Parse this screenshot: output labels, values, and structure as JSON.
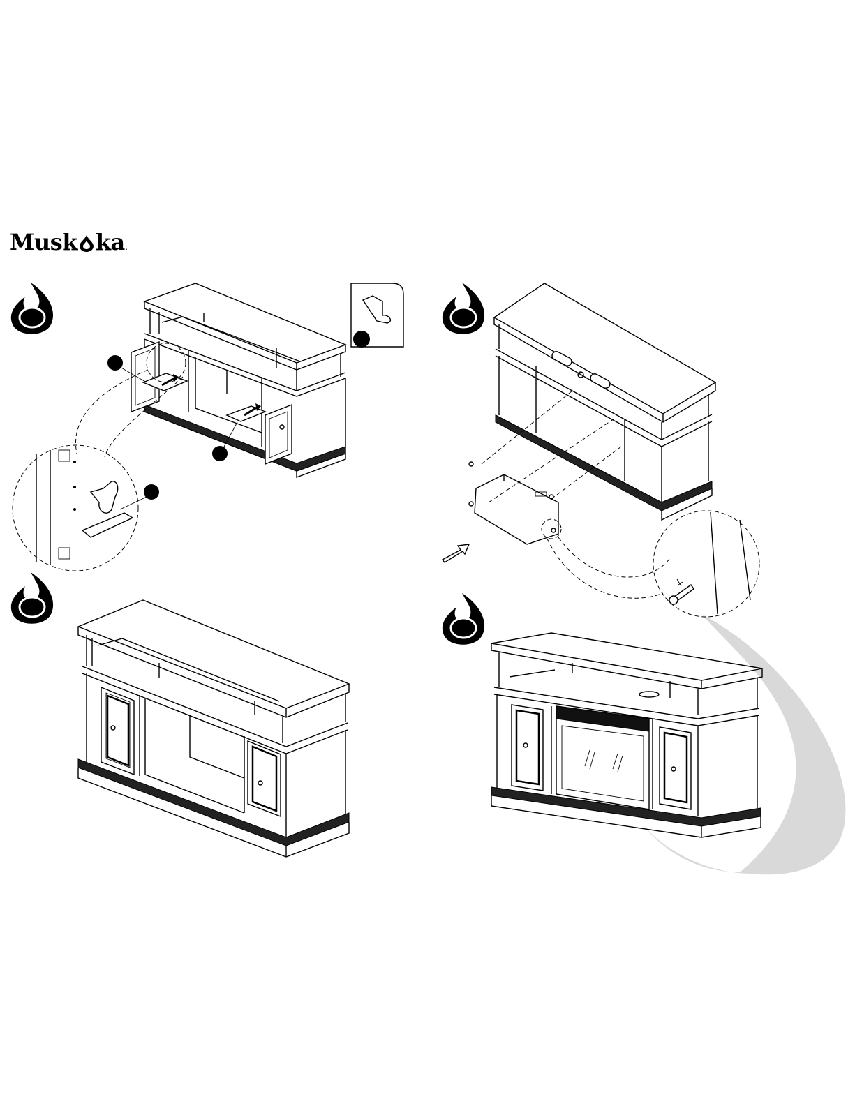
{
  "brand": {
    "name_before": "Musk",
    "name_after": "ka",
    "registered_mark": "."
  },
  "colors": {
    "ink": "#000000",
    "watermark": "#d9d9d9",
    "link_underline": "#4a5adf"
  },
  "icons": {
    "step_marker": "flame-drop-icon",
    "part_callout": "black-dot-icon",
    "direction": "arrow-icon",
    "hardware": "screw-icon"
  },
  "figures": [
    "step-shelf-pins-install",
    "step-insert-back-panel",
    "step-cabinet-complete",
    "step-fireplace-installed"
  ]
}
